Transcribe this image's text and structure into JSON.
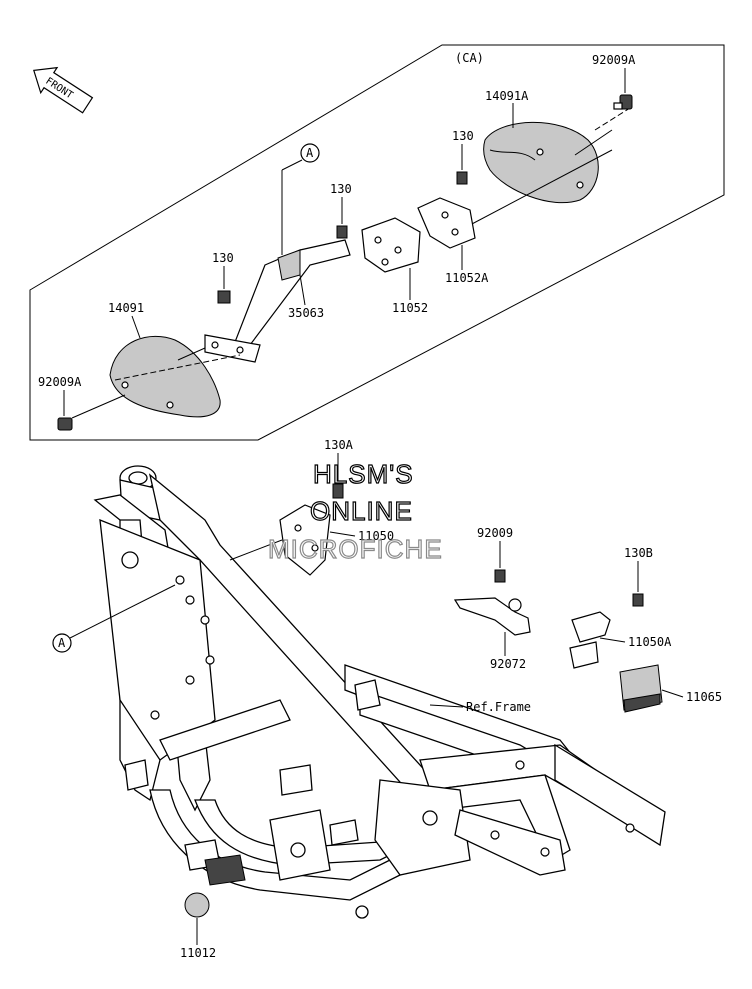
{
  "diagram": {
    "front_arrow": "FRONT",
    "ca_note": "(CA)",
    "ref_marker": "A",
    "watermark": [
      "HLSM'S",
      "ONLINE",
      "MICROFICHE"
    ],
    "labels": {
      "p92009A_top": "92009A",
      "p14091A": "14091A",
      "p130_a": "130",
      "p130_b": "130",
      "p130_c": "130",
      "p11052A": "11052A",
      "p11052": "11052",
      "p35063": "35063",
      "p14091": "14091",
      "p92009A_left": "92009A",
      "p130A": "130A",
      "p11050": "11050",
      "p92009": "92009",
      "p130B": "130B",
      "p11050A": "11050A",
      "p92072": "92072",
      "p11065": "11065",
      "ref_frame": "Ref.Frame",
      "p11012": "11012"
    }
  }
}
